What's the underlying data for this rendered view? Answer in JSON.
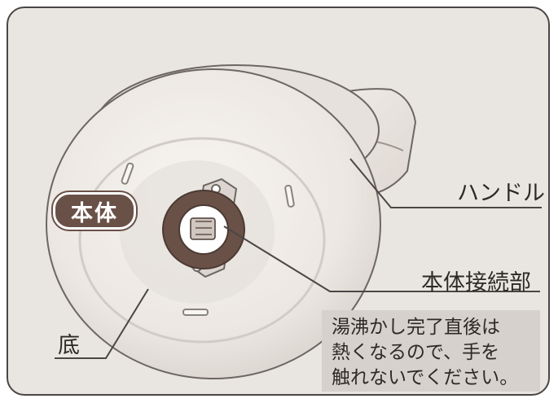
{
  "labels": {
    "body": "本体",
    "handle": "ハンドル",
    "connector": "本体接続部",
    "bottom": "底"
  },
  "caution": {
    "lines": [
      "湯沸かし完了直後は",
      "熱くなるので、手を",
      "触れないでください。"
    ]
  },
  "colors": {
    "frame_border": "#4a4645",
    "background": "#e9e6e2",
    "kettle_body": "#f2eeea",
    "connector_outer": "#6a5148",
    "badge": "#6a5148",
    "caution_box": "#d6d1cc",
    "text": "#2d2927"
  }
}
